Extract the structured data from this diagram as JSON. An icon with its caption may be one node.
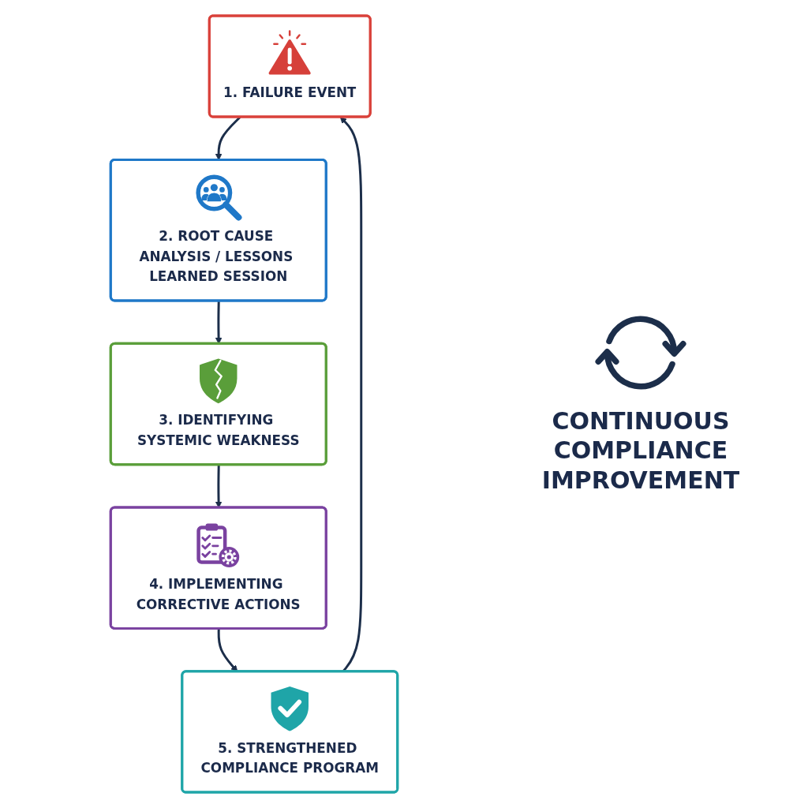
{
  "diagram": {
    "nodes": [
      {
        "text": [
          "1. FAILURE EVENT"
        ]
      },
      {
        "text": [
          "2. ROOT CAUSE ANALYSIS / LESSONS LEARNED SESSION"
        ]
      },
      {
        "text": [
          "3. IDENTIFYING SYSTEMIC WEAKNESS"
        ]
      },
      {
        "text": [
          "4. IMPLEMENTING CORRECTIVE ACTIONS"
        ]
      },
      {
        "text": [
          "5. STRENGTHENED COMPLIANCE PROGRAM"
        ]
      }
    ],
    "edges": [
      {
        "from": 0,
        "to": 1,
        "arrow": "to"
      },
      {
        "from": 1,
        "to": 2,
        "arrow": "to"
      },
      {
        "from": 2,
        "to": 3,
        "arrow": "to"
      },
      {
        "from": 3,
        "to": 4,
        "arrow": "to"
      },
      {
        "from": 4,
        "to": 0,
        "arrow": "to"
      }
    ],
    "labels": [
      "CONTINUOUS COMPLIANCE IMPROVEMENT"
    ]
  }
}
